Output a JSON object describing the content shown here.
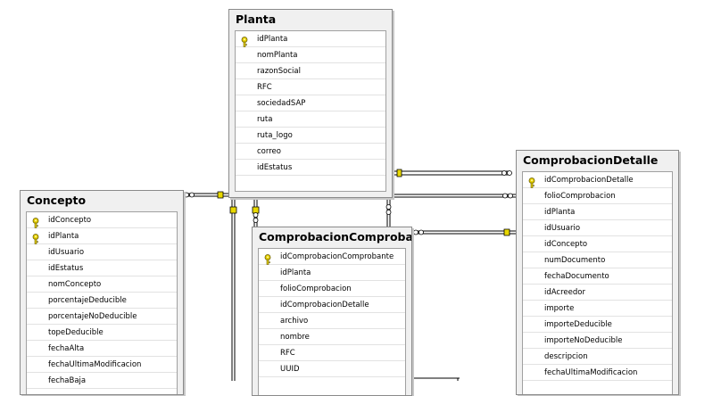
{
  "tables": {
    "planta": {
      "title": "Planta",
      "columns": [
        {
          "name": "idPlanta",
          "key": true
        },
        {
          "name": "nomPlanta",
          "key": false
        },
        {
          "name": "razonSocial",
          "key": false
        },
        {
          "name": "RFC",
          "key": false
        },
        {
          "name": "sociedadSAP",
          "key": false
        },
        {
          "name": "ruta",
          "key": false
        },
        {
          "name": "ruta_logo",
          "key": false
        },
        {
          "name": "correo",
          "key": false
        },
        {
          "name": "idEstatus",
          "key": false
        }
      ]
    },
    "concepto": {
      "title": "Concepto",
      "columns": [
        {
          "name": "idConcepto",
          "key": true
        },
        {
          "name": "idPlanta",
          "key": true
        },
        {
          "name": "idUsuario",
          "key": false
        },
        {
          "name": "idEstatus",
          "key": false
        },
        {
          "name": "nomConcepto",
          "key": false
        },
        {
          "name": "porcentajeDeducible",
          "key": false
        },
        {
          "name": "porcentajeNoDeducible",
          "key": false
        },
        {
          "name": "topeDeducible",
          "key": false
        },
        {
          "name": "fechaAlta",
          "key": false
        },
        {
          "name": "fechaUltimaModificacion",
          "key": false
        },
        {
          "name": "fechaBaja",
          "key": false
        }
      ]
    },
    "comprobacion_comprobante": {
      "title": "ComprobacionComproban",
      "columns": [
        {
          "name": "idComprobacionComprobante",
          "key": true
        },
        {
          "name": "idPlanta",
          "key": false
        },
        {
          "name": "folioComprobacion",
          "key": false
        },
        {
          "name": "idComprobacionDetalle",
          "key": false
        },
        {
          "name": "archivo",
          "key": false
        },
        {
          "name": "nombre",
          "key": false
        },
        {
          "name": "RFC",
          "key": false
        },
        {
          "name": "UUID",
          "key": false
        }
      ]
    },
    "comprobacion_detalle": {
      "title": "ComprobacionDetalle",
      "columns": [
        {
          "name": "idComprobacionDetalle",
          "key": true
        },
        {
          "name": "folioComprobacion",
          "key": false
        },
        {
          "name": "idPlanta",
          "key": false
        },
        {
          "name": "idUsuario",
          "key": false
        },
        {
          "name": "idConcepto",
          "key": false
        },
        {
          "name": "numDocumento",
          "key": false
        },
        {
          "name": "fechaDocumento",
          "key": false
        },
        {
          "name": "idAcreedor",
          "key": false
        },
        {
          "name": "importe",
          "key": false
        },
        {
          "name": "importeDeducible",
          "key": false
        },
        {
          "name": "importeNoDeducible",
          "key": false
        },
        {
          "name": "descripcion",
          "key": false
        },
        {
          "name": "fechaUltimaModificacion",
          "key": false
        }
      ]
    }
  },
  "icons": {
    "primary_key": "key-icon",
    "relationship_one": "key-end-icon",
    "relationship_many": "infinity-end-icon"
  },
  "colors": {
    "key": "#d8c400",
    "line": "#000000",
    "header_bg": "#f0f0f0",
    "border": "#8a8a8a"
  }
}
